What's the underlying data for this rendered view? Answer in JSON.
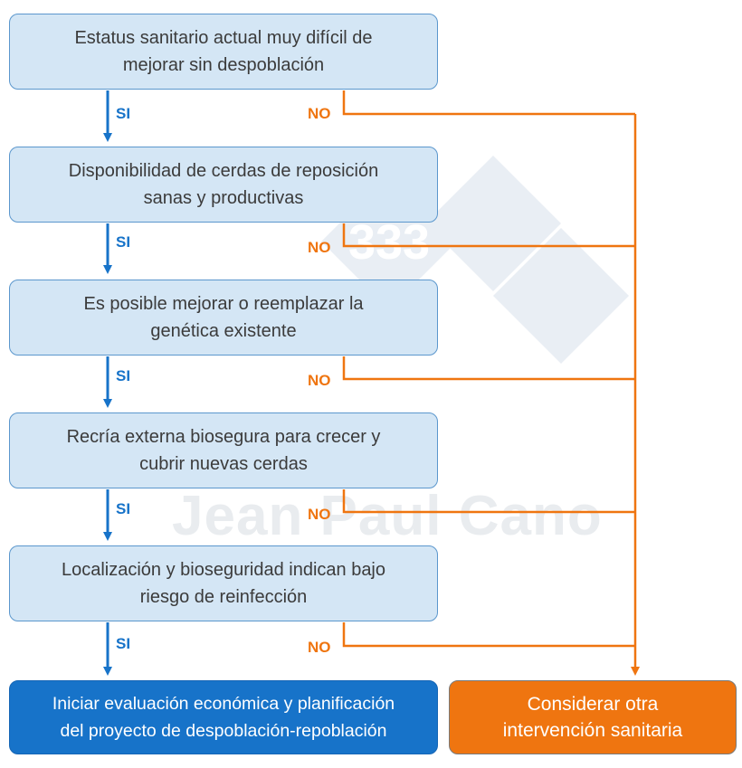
{
  "watermark": {
    "text": "Jean Paul Cano",
    "logo_text": "333"
  },
  "decisions": [
    {
      "line1": "Estatus sanitario actual muy difícil de",
      "line2": "mejorar sin despoblación",
      "yes_label": "SI",
      "no_label": "NO"
    },
    {
      "line1": "Disponibilidad de cerdas de reposición",
      "line2": "sanas y productivas",
      "yes_label": "SI",
      "no_label": "NO"
    },
    {
      "line1": "Es posible mejorar o reemplazar la",
      "line2": "genética existente",
      "yes_label": "SI",
      "no_label": "NO"
    },
    {
      "line1": "Recría externa biosegura para crecer y",
      "line2": "cubrir nuevas cerdas",
      "yes_label": "SI",
      "no_label": "NO"
    },
    {
      "line1": "Localización y bioseguridad indican bajo",
      "line2": "riesgo de reinfección",
      "yes_label": "SI",
      "no_label": "NO"
    }
  ],
  "outcomes": {
    "yes": {
      "line1": "Iniciar evaluación económica y planificación",
      "line2": "del proyecto de despoblación-repoblación"
    },
    "no": {
      "line1": "Considerar otra",
      "line2": "intervención sanitaria"
    }
  },
  "colors": {
    "box_fill": "#d4e6f5",
    "box_border": "#5b97cd",
    "yes_blue": "#1773c9",
    "no_orange": "#ef7510",
    "text_dark": "#3b3b3b",
    "watermark": "#e9ecef"
  }
}
